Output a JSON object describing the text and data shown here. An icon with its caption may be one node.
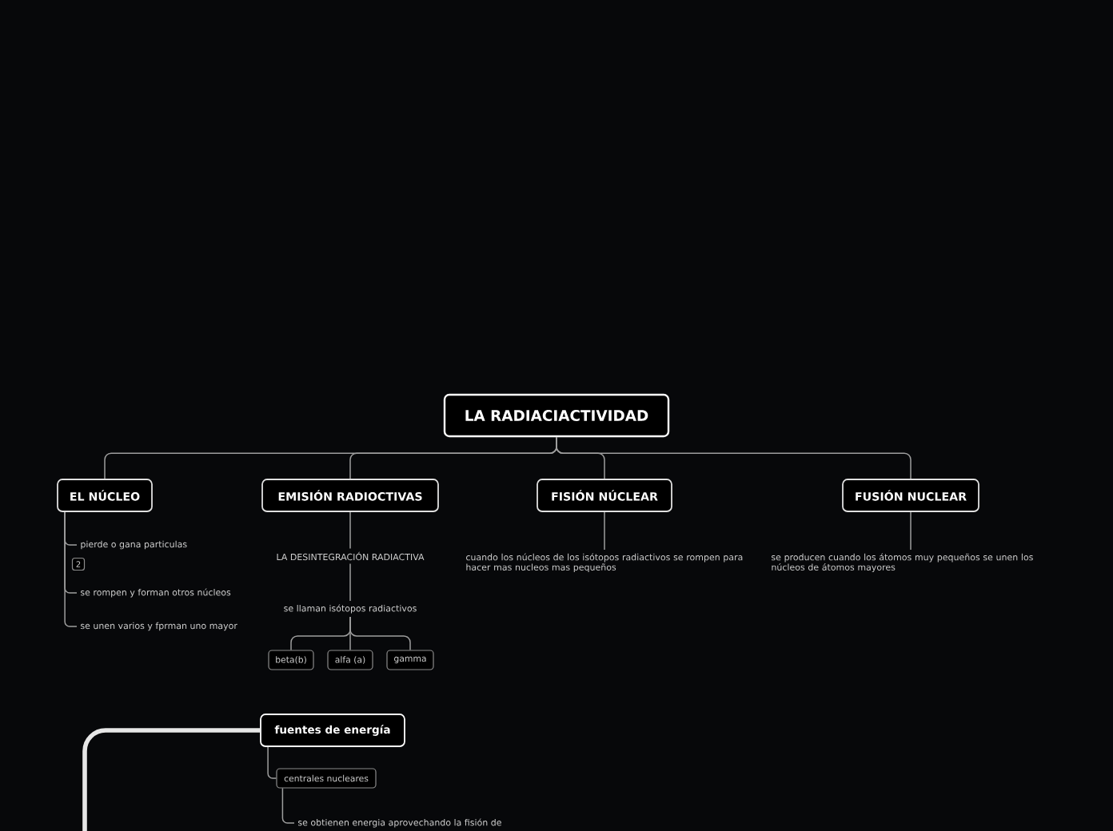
{
  "diagram": {
    "nodes": [
      {
        "text": [
          "LA RADIACIACTIVIDAD"
        ]
      },
      {
        "text": [
          "EL NÚCLEO"
        ]
      },
      {
        "text": [
          "pierde o gana particulas"
        ]
      },
      {
        "text": [
          "2"
        ]
      },
      {
        "text": [
          "se rompen y forman otros núcleos"
        ]
      },
      {
        "text": [
          "se unen varios y fprman uno mayor"
        ]
      },
      {
        "text": [
          "EMISIÓN RADIOCTIVAS"
        ]
      },
      {
        "text": [
          "LA DESINTEGRACIÓN RADIACTIVA"
        ]
      },
      {
        "text": [
          "se llaman isótopos radiactivos"
        ]
      },
      {
        "text": [
          "beta(b)"
        ]
      },
      {
        "text": [
          "alfa (a)"
        ]
      },
      {
        "text": [
          "gamma"
        ]
      },
      {
        "text": [
          "FISIÓN NÚCLEAR"
        ]
      },
      {
        "text": [
          "cuando los núcleos de los isótopos radiactivos se rompen para hacer mas nucleos mas pequeños"
        ]
      },
      {
        "text": [
          "FUSIÓN NUCLEAR"
        ]
      },
      {
        "text": [
          "se producen cuando los átomos muy pequeños se unen los núcleos de átomos mayores"
        ]
      },
      {
        "text": [
          "fuentes de energía"
        ]
      },
      {
        "text": [
          "centrales nucleares"
        ]
      },
      {
        "text": [
          "se obtienen energia aprovechando la fisión de"
        ]
      }
    ],
    "edges": [
      {
        "from": 0,
        "to": 1,
        "arrow": "none"
      },
      {
        "from": 0,
        "to": 6,
        "arrow": "none"
      },
      {
        "from": 0,
        "to": 12,
        "arrow": "none"
      },
      {
        "from": 0,
        "to": 14,
        "arrow": "none"
      },
      {
        "from": 1,
        "to": 2,
        "arrow": "none"
      },
      {
        "from": 1,
        "to": 4,
        "arrow": "none"
      },
      {
        "from": 1,
        "to": 5,
        "arrow": "none"
      },
      {
        "from": 6,
        "to": 7,
        "arrow": "none"
      },
      {
        "from": 7,
        "to": 8,
        "arrow": "none"
      },
      {
        "from": 8,
        "to": 9,
        "arrow": "none"
      },
      {
        "from": 8,
        "to": 10,
        "arrow": "none"
      },
      {
        "from": 8,
        "to": 11,
        "arrow": "none"
      },
      {
        "from": 12,
        "to": 13,
        "arrow": "none"
      },
      {
        "from": 14,
        "to": 15,
        "arrow": "none"
      },
      {
        "from": null,
        "to": 16,
        "arrow": "none",
        "style": "thick",
        "color": "#e6e6e6"
      },
      {
        "from": 16,
        "to": 17,
        "arrow": "none"
      },
      {
        "from": 17,
        "to": 18,
        "arrow": "none"
      }
    ]
  }
}
